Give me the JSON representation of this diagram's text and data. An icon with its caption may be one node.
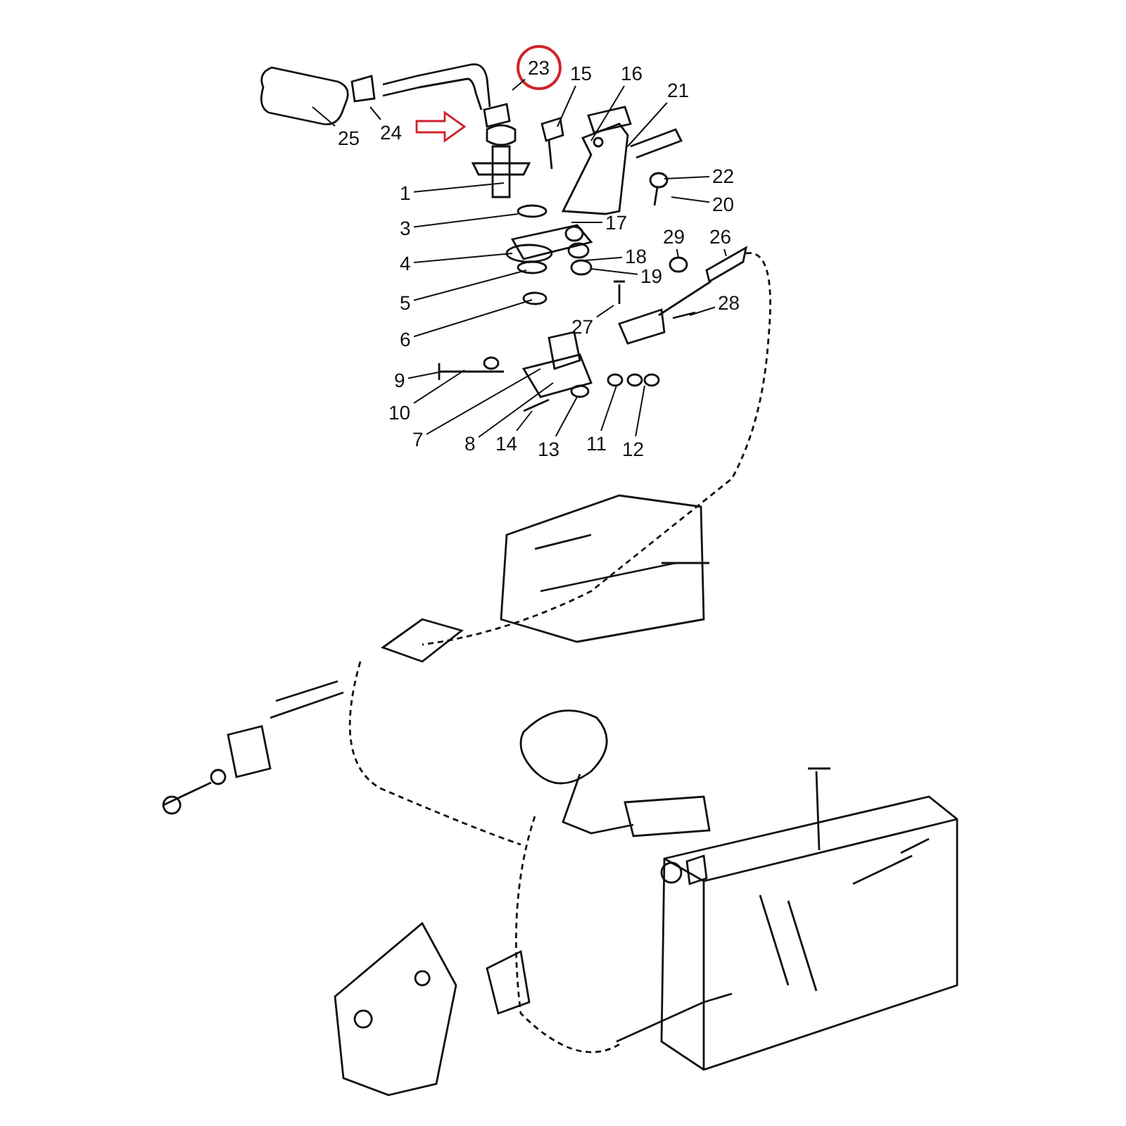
{
  "diagram": {
    "nodes": [
      {
        "text": [
          "23"
        ]
      },
      {
        "text": [
          "15"
        ]
      },
      {
        "text": [
          "16"
        ]
      },
      {
        "text": [
          "21"
        ]
      },
      {
        "text": [
          "24"
        ]
      },
      {
        "text": [
          "25"
        ]
      },
      {
        "text": [
          "1"
        ]
      },
      {
        "text": [
          "22"
        ]
      },
      {
        "text": [
          "20"
        ]
      },
      {
        "text": [
          "3"
        ]
      },
      {
        "text": [
          "17"
        ]
      },
      {
        "text": [
          "4"
        ]
      },
      {
        "text": [
          "18"
        ]
      },
      {
        "text": [
          "29"
        ]
      },
      {
        "text": [
          "26"
        ]
      },
      {
        "text": [
          "19"
        ]
      },
      {
        "text": [
          "5"
        ]
      },
      {
        "text": [
          "27"
        ]
      },
      {
        "text": [
          "28"
        ]
      },
      {
        "text": [
          "6"
        ]
      },
      {
        "text": [
          "9"
        ]
      },
      {
        "text": [
          "10"
        ]
      },
      {
        "text": [
          "7"
        ]
      },
      {
        "text": [
          "8"
        ]
      },
      {
        "text": [
          "14"
        ]
      },
      {
        "text": [
          "13"
        ]
      },
      {
        "text": [
          "11"
        ]
      },
      {
        "text": [
          "12"
        ]
      }
    ],
    "edges": [
      {
        "from": 0,
        "to": null,
        "arrow": "none"
      },
      {
        "from": 1,
        "to": null,
        "arrow": "none"
      },
      {
        "from": 2,
        "to": null,
        "arrow": "none"
      },
      {
        "from": 3,
        "to": null,
        "arrow": "none"
      },
      {
        "from": 4,
        "to": null,
        "arrow": "none"
      },
      {
        "from": 5,
        "to": null,
        "arrow": "none"
      },
      {
        "from": 6,
        "to": null,
        "arrow": "none"
      },
      {
        "from": 7,
        "to": null,
        "arrow": "none"
      },
      {
        "from": 8,
        "to": null,
        "arrow": "none"
      },
      {
        "from": 9,
        "to": null,
        "arrow": "none"
      },
      {
        "from": 10,
        "to": null,
        "arrow": "none"
      },
      {
        "from": 11,
        "to": null,
        "arrow": "none"
      },
      {
        "from": 12,
        "to": null,
        "arrow": "none"
      },
      {
        "from": 13,
        "to": null,
        "arrow": "none"
      },
      {
        "from": 14,
        "to": null,
        "arrow": "none"
      },
      {
        "from": 15,
        "to": null,
        "arrow": "none"
      },
      {
        "from": 16,
        "to": null,
        "arrow": "none"
      },
      {
        "from": 17,
        "to": null,
        "arrow": "none"
      },
      {
        "from": 18,
        "to": null,
        "arrow": "none"
      },
      {
        "from": 19,
        "to": null,
        "arrow": "none"
      },
      {
        "from": 20,
        "to": null,
        "arrow": "none"
      },
      {
        "from": 21,
        "to": null,
        "arrow": "none"
      },
      {
        "from": 22,
        "to": null,
        "arrow": "none"
      },
      {
        "from": 23,
        "to": null,
        "arrow": "none"
      },
      {
        "from": 24,
        "to": null,
        "arrow": "none"
      },
      {
        "from": 25,
        "to": null,
        "arrow": "none"
      },
      {
        "from": 26,
        "to": null,
        "arrow": "none"
      },
      {
        "from": 27,
        "to": null,
        "arrow": "none"
      }
    ]
  }
}
